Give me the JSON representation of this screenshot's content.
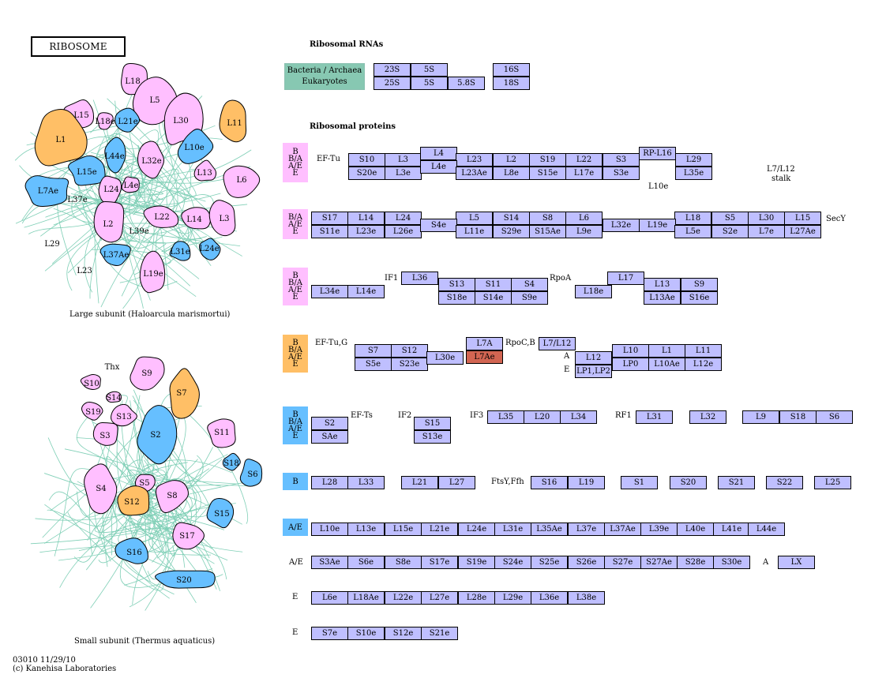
{
  "title": "RIBOSOME",
  "headers": {
    "rnas": "Ribosomal RNAs",
    "proteins": "Ribosomal proteins"
  },
  "legend": {
    "line1": "Bacteria / Archaea",
    "line2": "Eukaryotes"
  },
  "colors": {
    "pink": "#ffbfff",
    "orange": "#ffbf66",
    "blue": "#66bfff",
    "node": "#bfbfff",
    "red": "#d26552",
    "teal": "#87c8b2"
  },
  "captions": {
    "large": "Large subunit (Haloarcula marismortui)",
    "small": "Small subunit (Thermus aquaticus)"
  },
  "footer": {
    "line1": "03010 11/29/10",
    "line2": "(c) Kanehisa Laboratories"
  },
  "categories": [
    {
      "id": "cat-1",
      "lines": [
        "B",
        "B/A",
        "A/E",
        "E"
      ],
      "color": "pink"
    },
    {
      "id": "cat-2",
      "lines": [
        "B/A",
        "A/E",
        "E"
      ],
      "color": "pink"
    },
    {
      "id": "cat-3",
      "lines": [
        "B",
        "B/A",
        "A/E",
        "E"
      ],
      "color": "pink"
    },
    {
      "id": "cat-4",
      "lines": [
        "B",
        "B/A",
        "A/E",
        "E"
      ],
      "color": "orange"
    },
    {
      "id": "cat-5",
      "lines": [
        "B",
        "B/A",
        "A/E",
        "E"
      ],
      "color": "blue"
    },
    {
      "id": "cat-6",
      "lines": [
        "B"
      ],
      "color": "blue"
    },
    {
      "id": "cat-7",
      "lines": [
        "A/E"
      ],
      "color": "blue"
    }
  ],
  "rnas": [
    "23S",
    "5S",
    "16S",
    "25S",
    "5S",
    "5.8S",
    "18S"
  ],
  "labels": [
    "EF-Tu",
    "L10e",
    "L7/L12",
    "stalk",
    "SecY",
    "IF1",
    "RpoA",
    "EF-Tu,G",
    "RpoC,B",
    "A",
    "E",
    "EF-Ts",
    "IF2",
    "IF3",
    "RF1",
    "FtsY,Ffh",
    "A/E",
    "A",
    "E",
    "E"
  ],
  "proteins": [
    "S10",
    "L3",
    "L4",
    "L23",
    "L2",
    "S19",
    "L22",
    "S3",
    "RP-L16",
    "L29",
    "S20e",
    "L3e",
    "L4e",
    "L23Ae",
    "L8e",
    "S15e",
    "L17e",
    "S3e",
    "L35e",
    "S17",
    "L14",
    "L24",
    "L5",
    "S14",
    "S8",
    "L6",
    "L18",
    "S5",
    "L30",
    "L15",
    "S11e",
    "L23e",
    "L26e",
    "S4e",
    "L11e",
    "S29e",
    "S15Ae",
    "L9e",
    "L32e",
    "L19e",
    "L5e",
    "S2e",
    "L7e",
    "L27Ae",
    "L36",
    "L17",
    "S13",
    "S11",
    "S4",
    "L13",
    "S9",
    "L34e",
    "L14e",
    "S18e",
    "S14e",
    "S9e",
    "L18e",
    "L13Ae",
    "S16e",
    "S7",
    "S12",
    "L7A",
    "L7/L12",
    "L10",
    "L1",
    "L11",
    "S5e",
    "S23e",
    "L30e",
    "L7Ae",
    "L12",
    "LP0",
    "L10Ae",
    "L12e",
    "LP1,LP2",
    "S2",
    "S15",
    "L35",
    "L20",
    "L34",
    "L31",
    "L32",
    "L9",
    "S18",
    "S6",
    "SAe",
    "S13e",
    "L28",
    "L33",
    "L21",
    "L27",
    "S16",
    "L19",
    "S1",
    "S20",
    "S21",
    "S22",
    "L25",
    "L10e",
    "L13e",
    "L15e",
    "L21e",
    "L24e",
    "L31e",
    "L35Ae",
    "L37e",
    "L37Ae",
    "L39e",
    "L40e",
    "L41e",
    "L44e",
    "S3Ae",
    "S6e",
    "S8e",
    "S17e",
    "S19e",
    "S24e",
    "S25e",
    "S26e",
    "S27e",
    "S27Ae",
    "S28e",
    "S30e",
    "LX",
    "L6e",
    "L18Ae",
    "L22e",
    "L27e",
    "L28e",
    "L29e",
    "L36e",
    "L38e",
    "S7e",
    "S10e",
    "S12e",
    "S21e"
  ],
  "large_subunit": [
    {
      "name": "L18",
      "color": "pink"
    },
    {
      "name": "L5",
      "color": "pink"
    },
    {
      "name": "L15",
      "color": "pink"
    },
    {
      "name": "L18e",
      "color": "pink"
    },
    {
      "name": "L21e",
      "color": "blue"
    },
    {
      "name": "L30",
      "color": "pink"
    },
    {
      "name": "L11",
      "color": "orange"
    },
    {
      "name": "L1",
      "color": "orange"
    },
    {
      "name": "L44e",
      "color": "blue"
    },
    {
      "name": "L10e",
      "color": "blue"
    },
    {
      "name": "L32e",
      "color": "pink"
    },
    {
      "name": "L15e",
      "color": "blue"
    },
    {
      "name": "L13",
      "color": "pink"
    },
    {
      "name": "L7Ae",
      "color": "blue"
    },
    {
      "name": "L4e",
      "color": "pink"
    },
    {
      "name": "L6",
      "color": "pink"
    },
    {
      "name": "L37e",
      "color": "blue"
    },
    {
      "name": "L24",
      "color": "pink"
    },
    {
      "name": "L22",
      "color": "pink"
    },
    {
      "name": "L14",
      "color": "pink"
    },
    {
      "name": "L3",
      "color": "pink"
    },
    {
      "name": "L2",
      "color": "pink"
    },
    {
      "name": "L39e",
      "color": "blue"
    },
    {
      "name": "L29",
      "color": "pink"
    },
    {
      "name": "L37Ae",
      "color": "blue"
    },
    {
      "name": "L31e",
      "color": "blue"
    },
    {
      "name": "L24e",
      "color": "blue"
    },
    {
      "name": "L23",
      "color": "pink"
    },
    {
      "name": "L19e",
      "color": "pink"
    }
  ],
  "small_subunit": [
    {
      "name": "Thx",
      "color": "blue"
    },
    {
      "name": "S9",
      "color": "pink"
    },
    {
      "name": "S10",
      "color": "pink"
    },
    {
      "name": "S14",
      "color": "pink"
    },
    {
      "name": "S7",
      "color": "orange"
    },
    {
      "name": "S19",
      "color": "pink"
    },
    {
      "name": "S13",
      "color": "pink"
    },
    {
      "name": "S3",
      "color": "pink"
    },
    {
      "name": "S2",
      "color": "blue"
    },
    {
      "name": "S11",
      "color": "pink"
    },
    {
      "name": "S18",
      "color": "blue"
    },
    {
      "name": "S6",
      "color": "blue"
    },
    {
      "name": "S4",
      "color": "pink"
    },
    {
      "name": "S5",
      "color": "pink"
    },
    {
      "name": "S12",
      "color": "orange"
    },
    {
      "name": "S8",
      "color": "pink"
    },
    {
      "name": "S15",
      "color": "blue"
    },
    {
      "name": "S17",
      "color": "pink"
    },
    {
      "name": "S16",
      "color": "blue"
    },
    {
      "name": "S20",
      "color": "blue"
    }
  ]
}
